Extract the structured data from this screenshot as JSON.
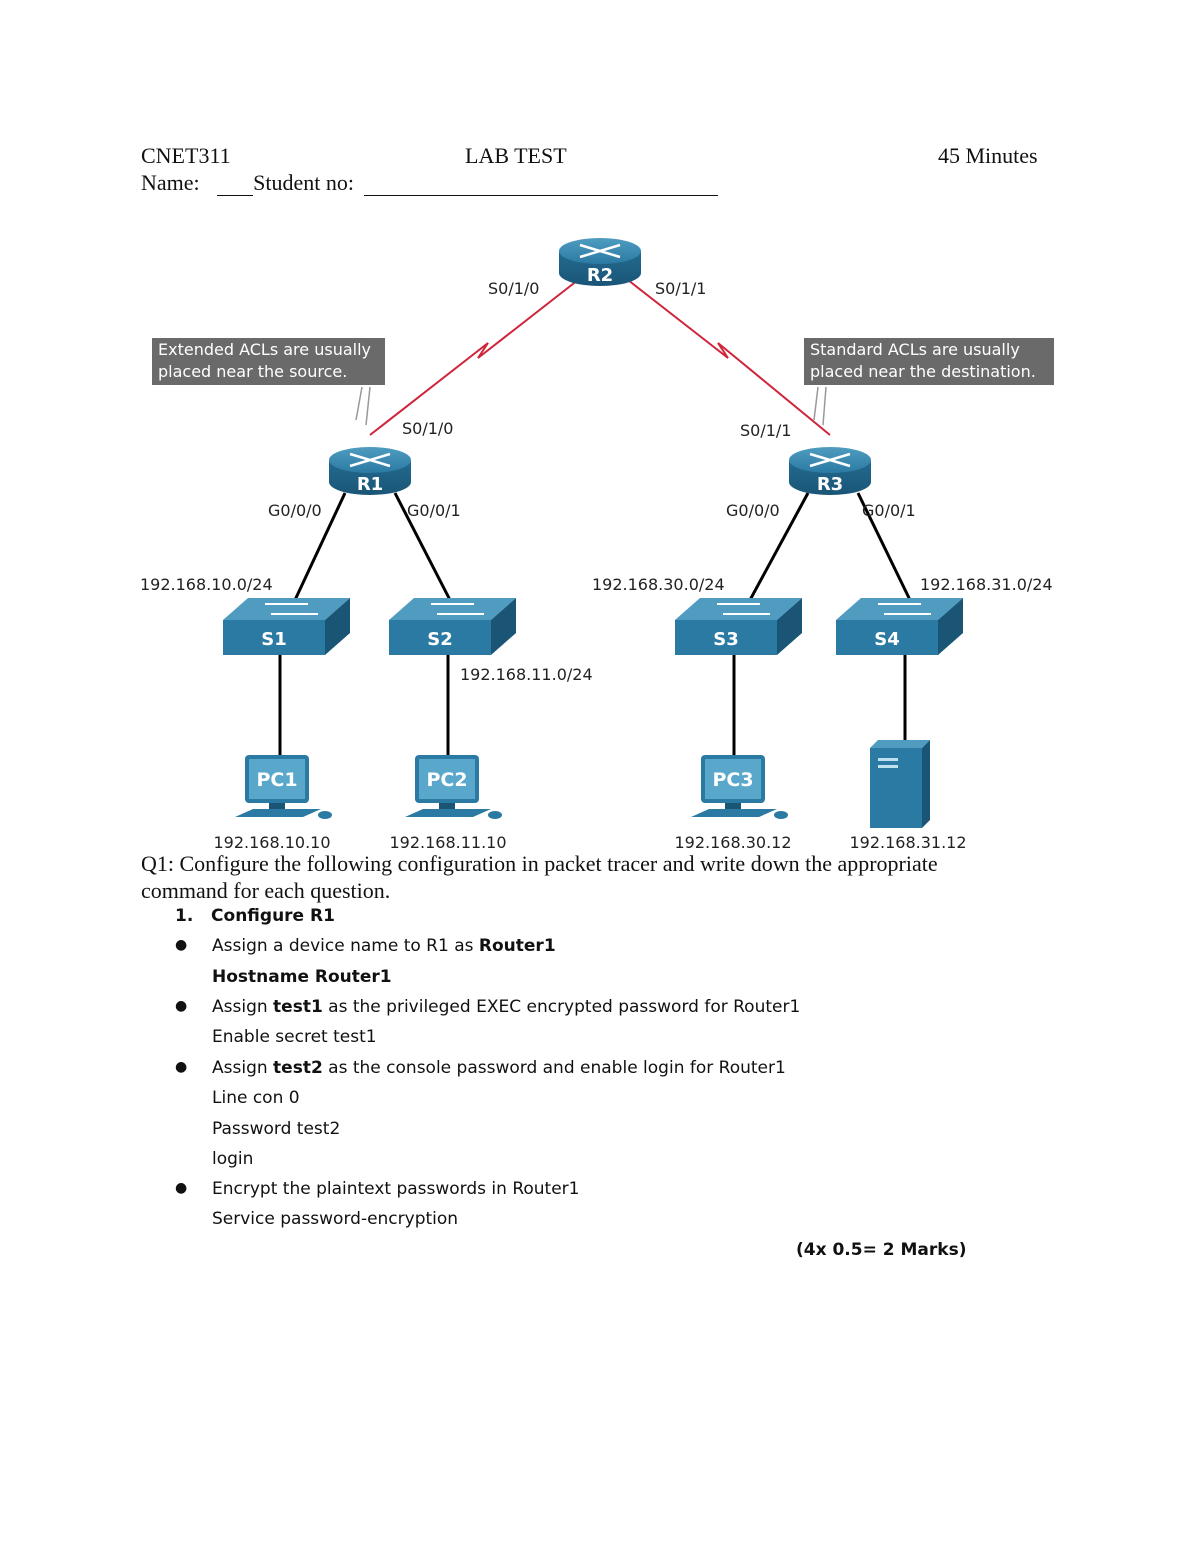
{
  "header": {
    "course": "CNET311",
    "title": "LAB TEST",
    "duration": "45 Minutes",
    "name_label": "Name:",
    "student_no_label": "Student no:"
  },
  "diagram": {
    "routers": [
      "R1",
      "R2",
      "R3"
    ],
    "switches": [
      "S1",
      "S2",
      "S3",
      "S4"
    ],
    "pcs": [
      "PC1",
      "PC2",
      "PC3"
    ],
    "interfaces": {
      "r2_left": "S0/1/0",
      "r2_right": "S0/1/1",
      "r1_serial": "S0/1/0",
      "r3_serial": "S0/1/1",
      "r1_g0": "G0/0/0",
      "r1_g1": "G0/0/1",
      "r3_g0": "G0/0/0",
      "r3_g1": "G0/0/1"
    },
    "networks": {
      "n10": "192.168.10.0/24",
      "n11": "192.168.11.0/24",
      "n30": "192.168.30.0/24",
      "n31": "192.168.31.0/24"
    },
    "hosts": {
      "pc1": "192.168.10.10",
      "pc2": "192.168.11.10",
      "pc3": "192.168.30.12",
      "server": "192.168.31.12"
    },
    "callouts": {
      "extended_1": "Extended ACLs are usually",
      "extended_2": "placed near the source.",
      "standard_1": "Standard ACLs are usually",
      "standard_2": "placed near the destination."
    }
  },
  "q1": {
    "line1": "Q1: Configure the following configuration in packet tracer and write down the appropriate",
    "line2": "command for each question.",
    "section": "1.   Configure R1",
    "b1_pre": "Assign a device name to R1 as ",
    "b1_bold": "Router1",
    "b1_ans": "Hostname Router1",
    "b2_pre": "Assign ",
    "b2_bold": "test1",
    "b2_post": " as the privileged EXEC encrypted password for Router1",
    "b2_ans": "Enable secret test1",
    "b3_pre": "Assign ",
    "b3_bold": "test2",
    "b3_post": " as the console password and enable login for Router1",
    "b3_ans1": "Line con 0",
    "b3_ans2": "Password test2",
    "b3_ans3": "login",
    "b4_text": "Encrypt the plaintext passwords in Router1",
    "b4_ans": "Service password-encryption",
    "marks": "(4x 0.5= 2 Marks)"
  }
}
